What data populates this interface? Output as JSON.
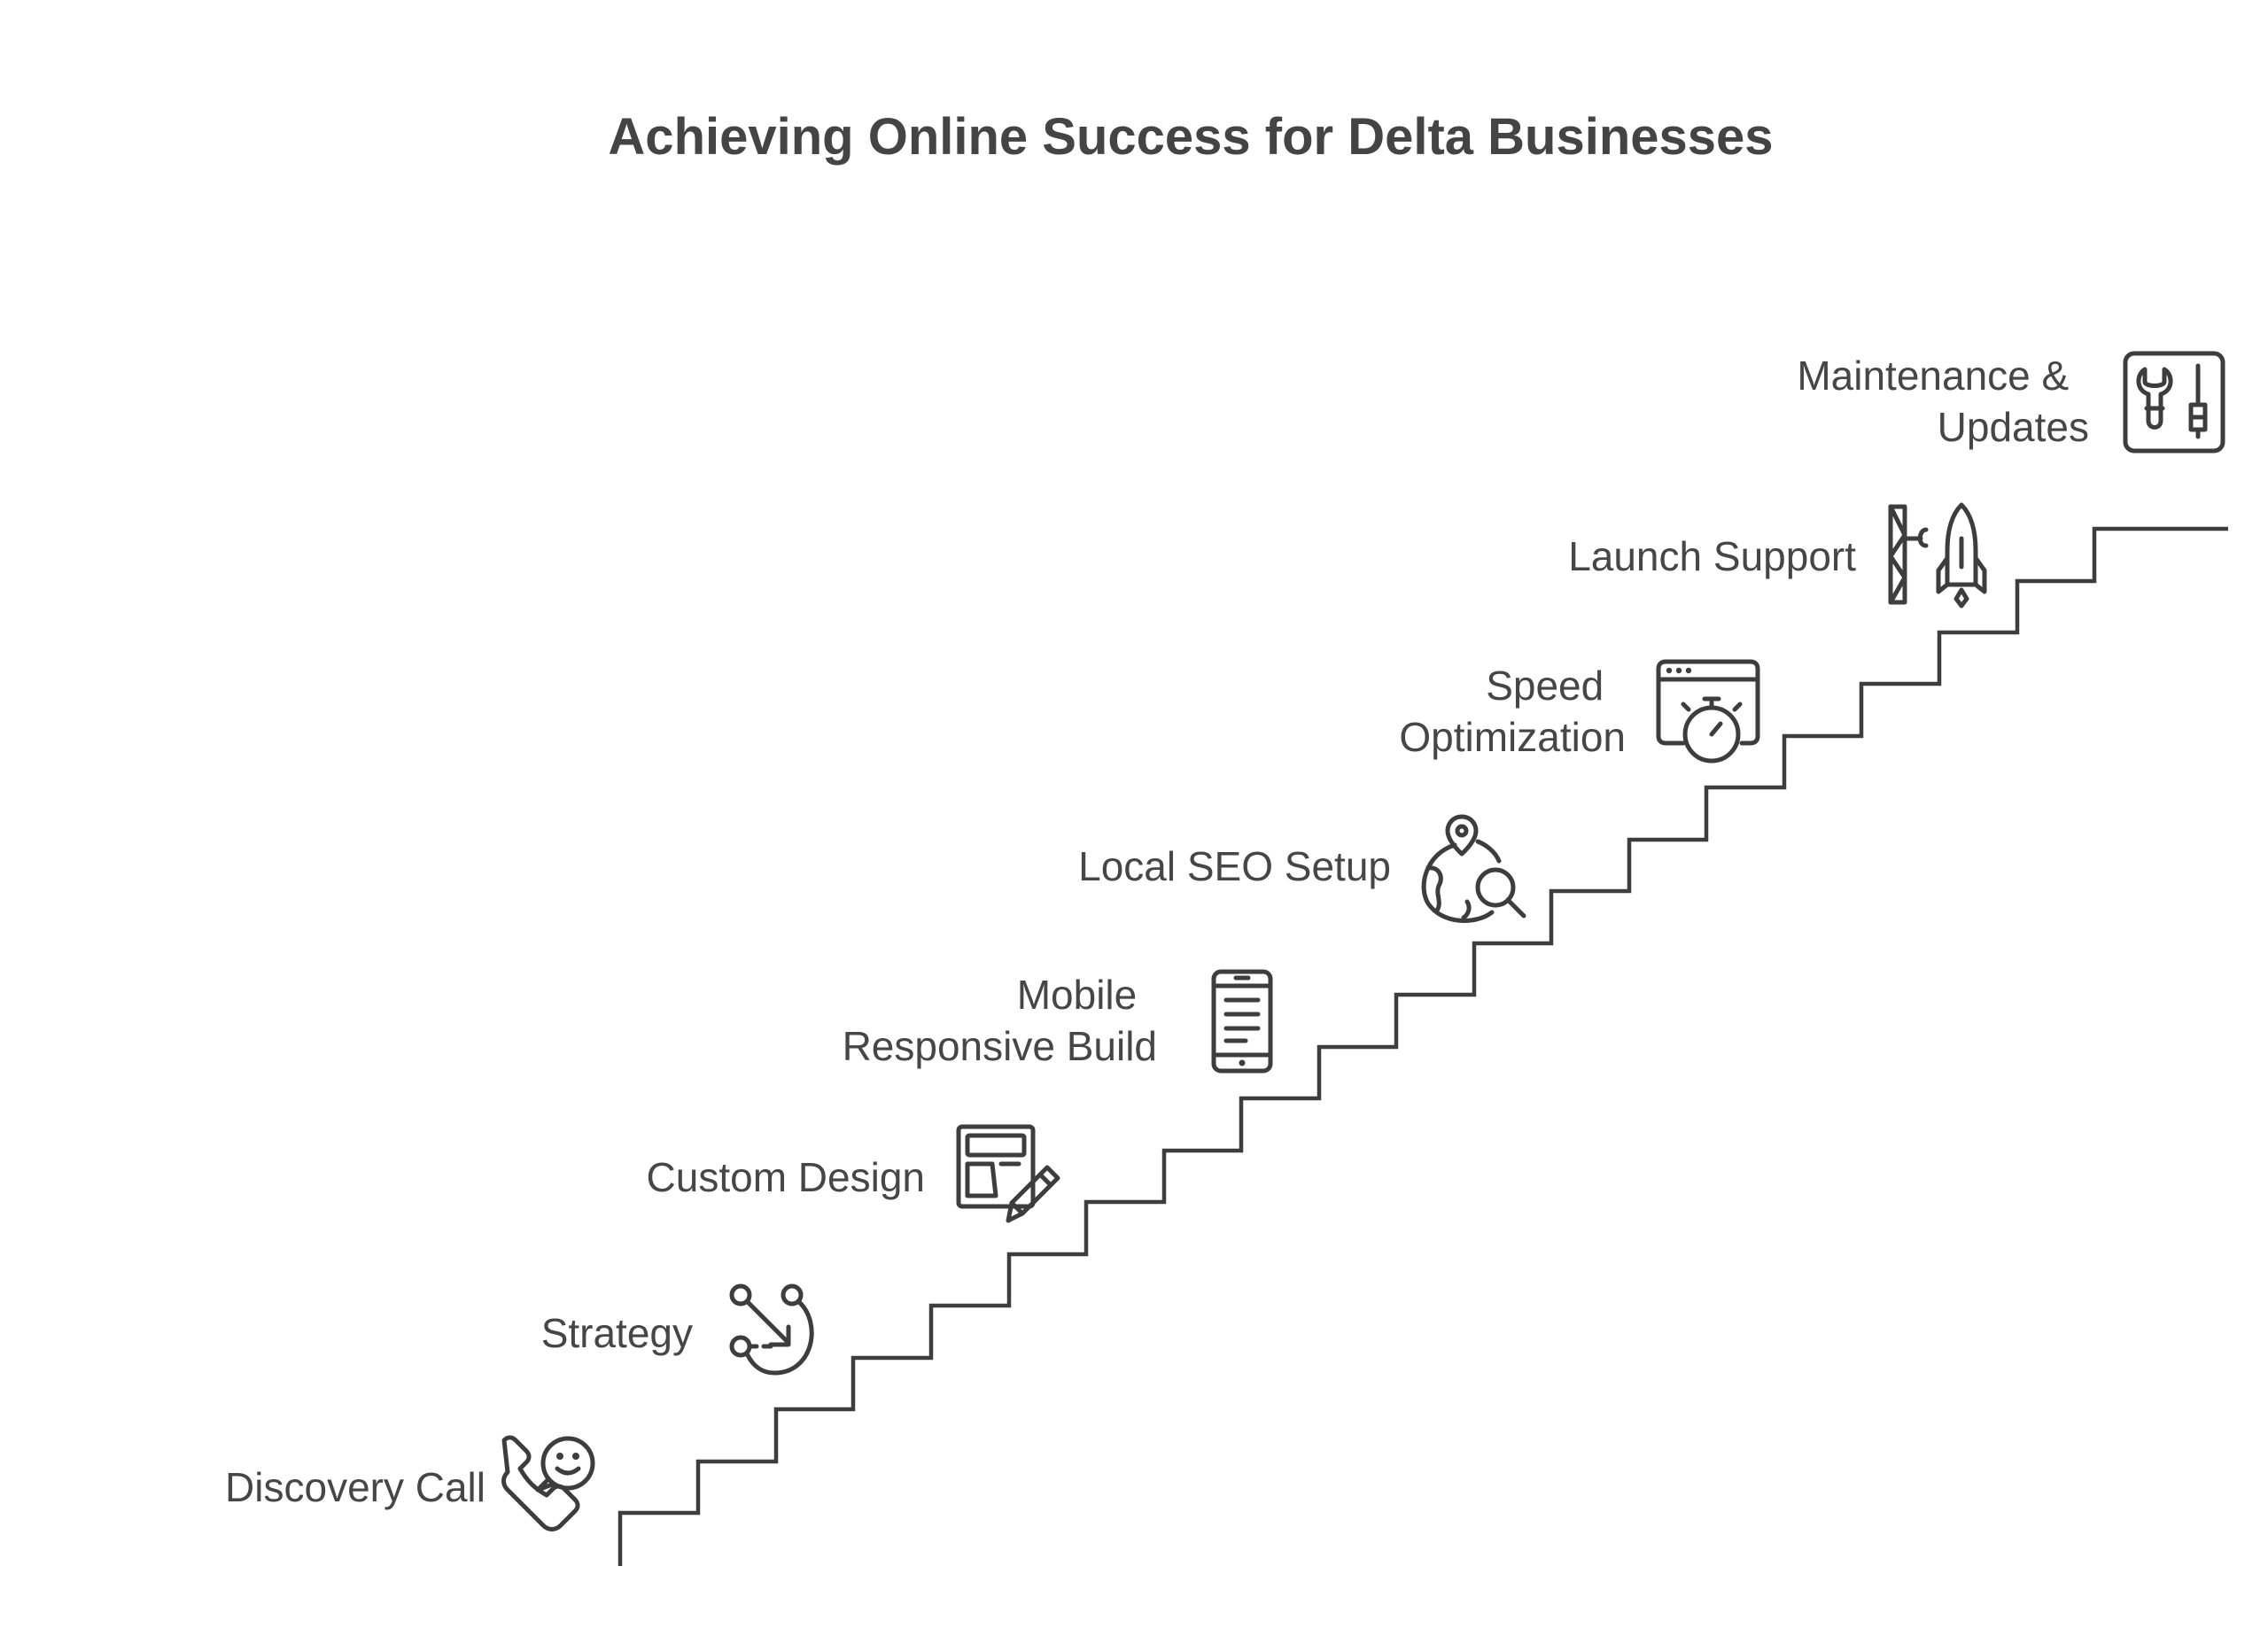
{
  "title": "Achieving Online Success for Delta Businesses",
  "steps": [
    {
      "lines": [
        "Discovery Call"
      ],
      "icon": "phone-chat-icon"
    },
    {
      "lines": [
        "Strategy"
      ],
      "icon": "route-arrow-icon"
    },
    {
      "lines": [
        "Custom Design"
      ],
      "icon": "layout-pencil-icon"
    },
    {
      "lines": [
        "Mobile",
        "Responsive Build"
      ],
      "icon": "smartphone-icon"
    },
    {
      "lines": [
        "Local SEO Setup"
      ],
      "icon": "globe-search-icon"
    },
    {
      "lines": [
        "Speed",
        "Optimization"
      ],
      "icon": "browser-stopwatch-icon"
    },
    {
      "lines": [
        "Launch Support"
      ],
      "icon": "rocket-launch-icon"
    },
    {
      "lines": [
        "Maintenance &",
        "Updates"
      ],
      "icon": "wrench-tools-icon"
    }
  ],
  "colors": {
    "text": "#464646",
    "line": "#3d3d3d",
    "background": "#ffffff"
  }
}
